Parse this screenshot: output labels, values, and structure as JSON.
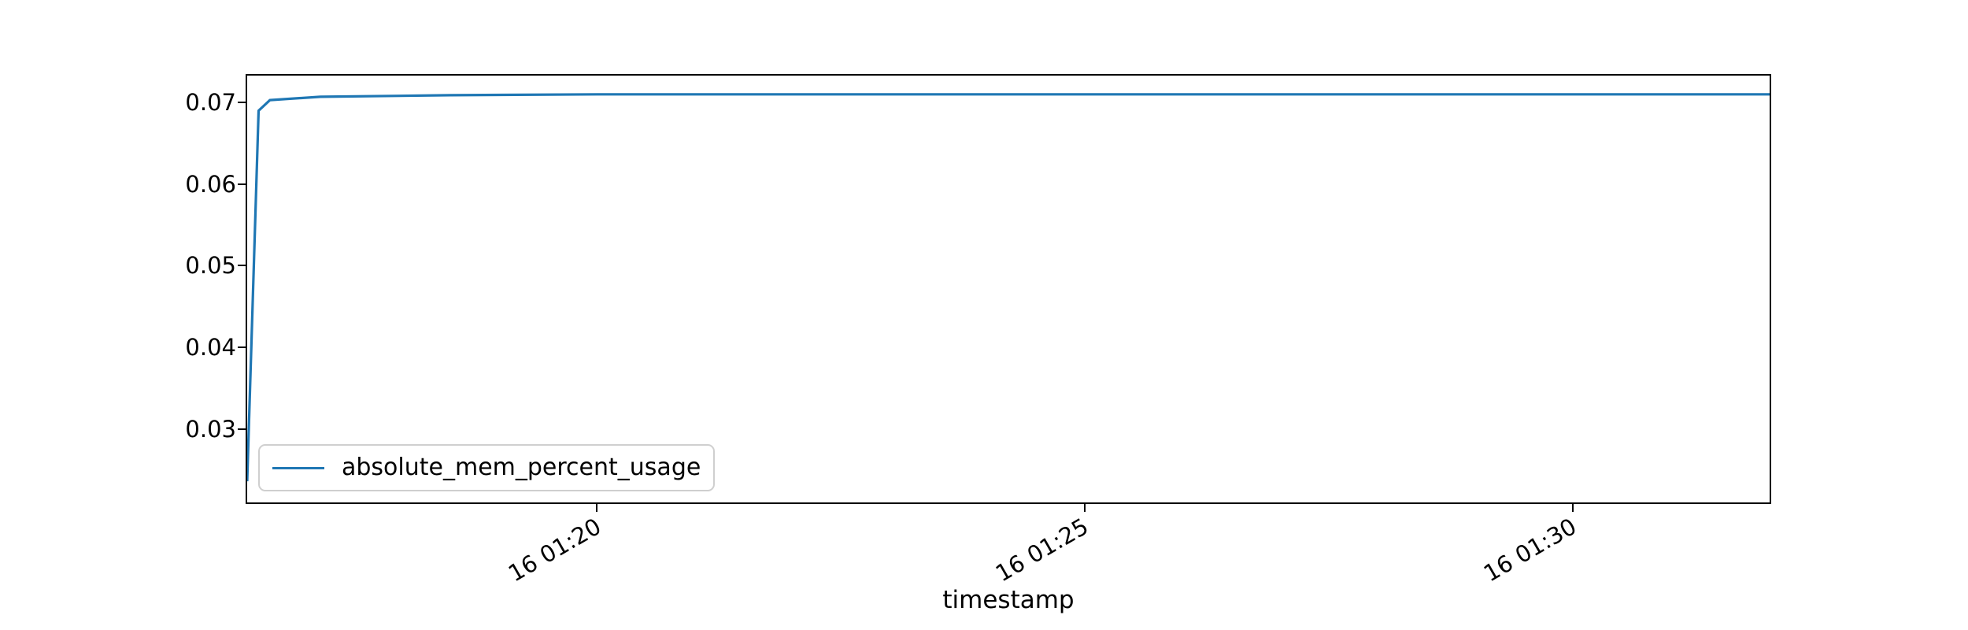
{
  "chart_data": {
    "type": "line",
    "title": "",
    "xlabel": "timestamp",
    "ylabel": "",
    "grid": false,
    "x_axis": {
      "lim": [
        "16 01:16:25",
        "16 01:32:01"
      ],
      "ticks": [
        {
          "label": "16 01:20",
          "time": "16 01:20:00"
        },
        {
          "label": "16 01:25",
          "time": "16 01:25:00"
        },
        {
          "label": "16 01:30",
          "time": "16 01:30:00"
        }
      ],
      "tick_rotation_deg": 30
    },
    "y_axis": {
      "lim": [
        0.021,
        0.0733
      ],
      "ticks": [
        {
          "label": "0.07",
          "value": 0.07
        },
        {
          "label": "0.06",
          "value": 0.06
        },
        {
          "label": "0.05",
          "value": 0.05
        },
        {
          "label": "0.04",
          "value": 0.04
        },
        {
          "label": "0.03",
          "value": 0.03
        }
      ]
    },
    "legend": {
      "location": "lower left",
      "entries": [
        {
          "label": "absolute_mem_percent_usage",
          "color": "#1f77b4"
        }
      ]
    },
    "series": [
      {
        "name": "absolute_mem_percent_usage",
        "color": "#1f77b4",
        "points": [
          {
            "t": "16 01:16:25",
            "v": 0.0236
          },
          {
            "t": "16 01:16:32",
            "v": 0.069
          },
          {
            "t": "16 01:16:39",
            "v": 0.0703
          },
          {
            "t": "16 01:17:10",
            "v": 0.0707
          },
          {
            "t": "16 01:18:30",
            "v": 0.0709
          },
          {
            "t": "16 01:20:00",
            "v": 0.071
          },
          {
            "t": "16 01:25:00",
            "v": 0.071
          },
          {
            "t": "16 01:30:00",
            "v": 0.071
          },
          {
            "t": "16 01:32:01",
            "v": 0.071
          }
        ]
      }
    ]
  },
  "colors": {
    "line": "#1f77b4",
    "spine": "#000000",
    "text": "#000000",
    "legend_border": "#cfcfcf"
  }
}
